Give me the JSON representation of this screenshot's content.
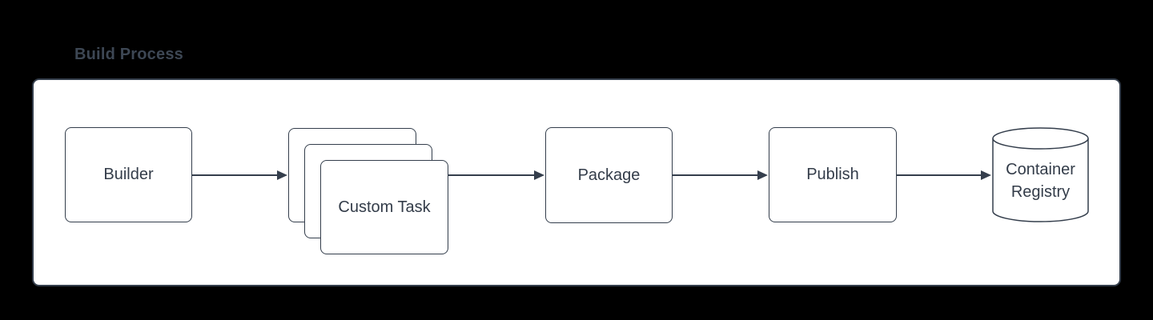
{
  "canvas": {
    "background": "#000000",
    "surface": "#ffffff"
  },
  "colors": {
    "stroke": "#343e4c",
    "node_text": "#333c49",
    "title_text": "#3d4754"
  },
  "diagram": {
    "title": "Build Process",
    "nodes": {
      "builder": {
        "label": "Builder",
        "shape": "rectangle"
      },
      "custom_task": {
        "label": "Custom Task",
        "shape": "stacked-rectangle",
        "stack_count": 3
      },
      "package": {
        "label": "Package",
        "shape": "rectangle"
      },
      "publish": {
        "label": "Publish",
        "shape": "rectangle"
      },
      "container_registry": {
        "label": "Container Registry",
        "shape": "cylinder"
      }
    },
    "edges": [
      {
        "from": "builder",
        "to": "custom_task"
      },
      {
        "from": "custom_task",
        "to": "package"
      },
      {
        "from": "package",
        "to": "publish"
      },
      {
        "from": "publish",
        "to": "container_registry"
      }
    ]
  }
}
